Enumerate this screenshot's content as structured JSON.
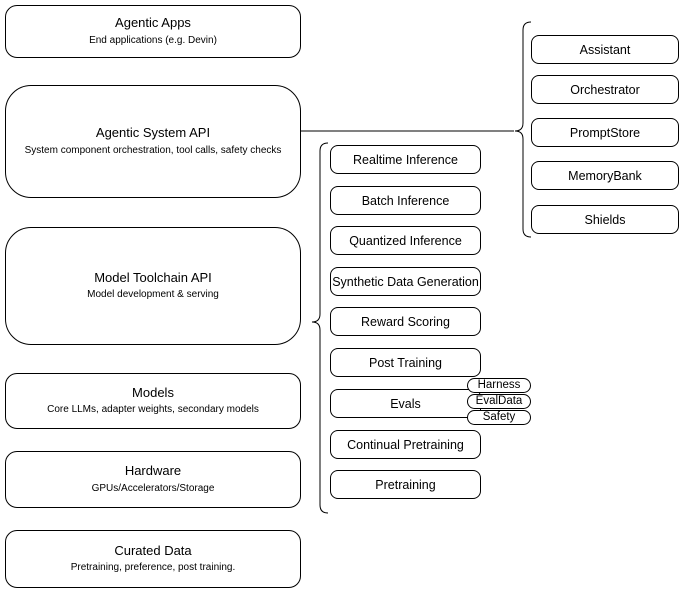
{
  "stack": {
    "agentic_apps": {
      "title": "Agentic Apps",
      "subtitle": "End applications (e.g. Devin)"
    },
    "agentic_system_api": {
      "title": "Agentic System API",
      "subtitle": "System component orchestration, tool calls, safety checks"
    },
    "model_toolchain_api": {
      "title": "Model Toolchain API",
      "subtitle": "Model development & serving"
    },
    "models": {
      "title": "Models",
      "subtitle": "Core LLMs, adapter weights, secondary models"
    },
    "hardware": {
      "title": "Hardware",
      "subtitle": "GPUs/Accelerators/Storage"
    },
    "curated_data": {
      "title": "Curated Data",
      "subtitle": "Pretraining, preference, post training."
    }
  },
  "toolchain": {
    "items": [
      "Realtime Inference",
      "Batch Inference",
      "Quantized Inference",
      "Synthetic Data Generation",
      "Reward Scoring",
      "Post Training",
      "Evals",
      "Continual Pretraining",
      "Pretraining"
    ],
    "eval_tags": [
      "Harness",
      "EvalData",
      "Safety"
    ]
  },
  "system_components": {
    "items": [
      "Assistant",
      "Orchestrator",
      "PromptStore",
      "MemoryBank",
      "Shields"
    ]
  },
  "colors": {
    "stroke": "#000000",
    "fill": "#ffffff",
    "text": "#000000"
  }
}
